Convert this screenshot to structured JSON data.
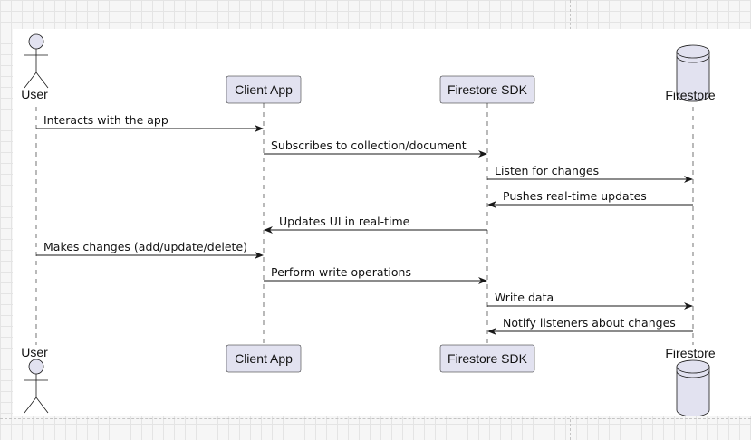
{
  "diagram": {
    "type": "sequence",
    "participants": [
      {
        "id": "user",
        "label": "User",
        "kind": "actor"
      },
      {
        "id": "client",
        "label": "Client App",
        "kind": "participant"
      },
      {
        "id": "sdk",
        "label": "Firestore SDK",
        "kind": "participant"
      },
      {
        "id": "firestore",
        "label": "Firestore",
        "kind": "database"
      }
    ],
    "messages": [
      {
        "from": "user",
        "to": "client",
        "label": "Interacts with the app"
      },
      {
        "from": "client",
        "to": "sdk",
        "label": "Subscribes to collection/document"
      },
      {
        "from": "sdk",
        "to": "firestore",
        "label": "Listen for changes"
      },
      {
        "from": "firestore",
        "to": "sdk",
        "label": "Pushes real-time updates"
      },
      {
        "from": "sdk",
        "to": "client",
        "label": "Updates UI in real-time"
      },
      {
        "from": "user",
        "to": "client",
        "label": "Makes changes (add/update/delete)"
      },
      {
        "from": "client",
        "to": "sdk",
        "label": "Perform write operations"
      },
      {
        "from": "sdk",
        "to": "firestore",
        "label": "Write data"
      },
      {
        "from": "firestore",
        "to": "sdk",
        "label": "Notify listeners about changes"
      }
    ]
  }
}
